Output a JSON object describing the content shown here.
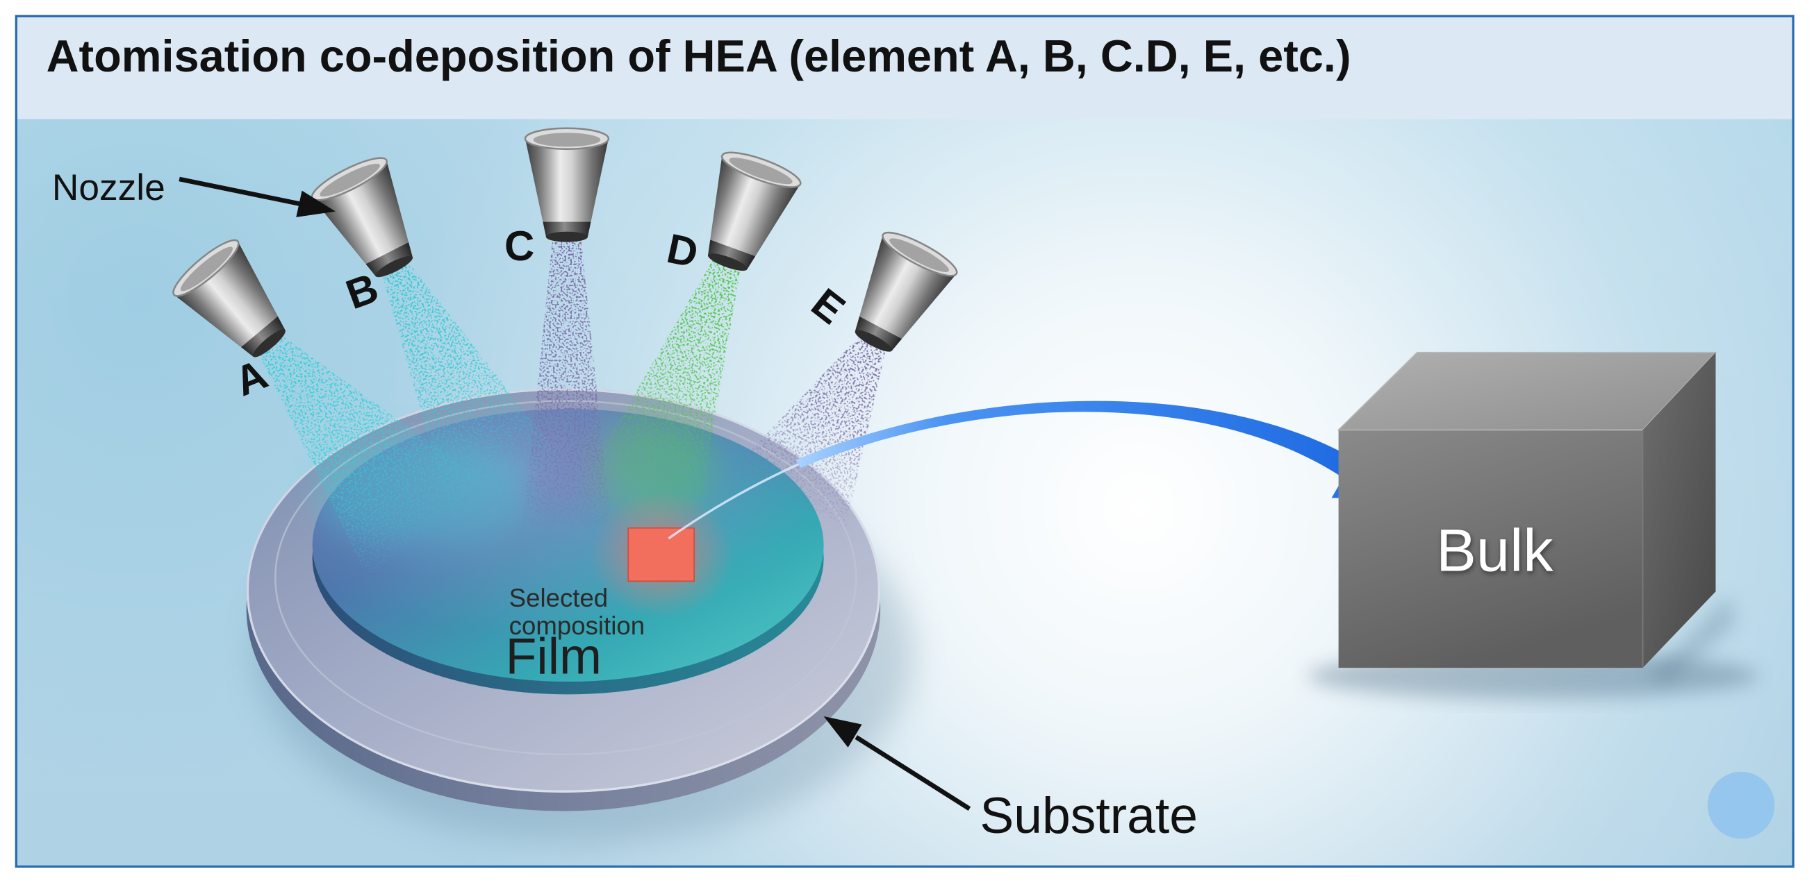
{
  "title": "Atomisation co-deposition of HEA (element A, B, C.D, E, etc.)",
  "nozzle_label": "Nozzle",
  "nozzles": [
    {
      "label": "A",
      "spray_color": "#2fd0d8"
    },
    {
      "label": "B",
      "spray_color": "#2fcad2"
    },
    {
      "label": "C",
      "spray_color": "#7a6aa8"
    },
    {
      "label": "D",
      "spray_color": "#4cc548"
    },
    {
      "label": "E",
      "spray_color": "#7d6aa6"
    }
  ],
  "film": {
    "selected_composition": [
      "Selected",
      "composition"
    ],
    "label": "Film",
    "selected_color": "#f26e5d"
  },
  "substrate_label": "Substrate",
  "bulk_label": "Bulk",
  "colors": {
    "frame_border": "#2b6cb0",
    "title_band": "#dce9f5",
    "arrow": "#1a66e0"
  }
}
